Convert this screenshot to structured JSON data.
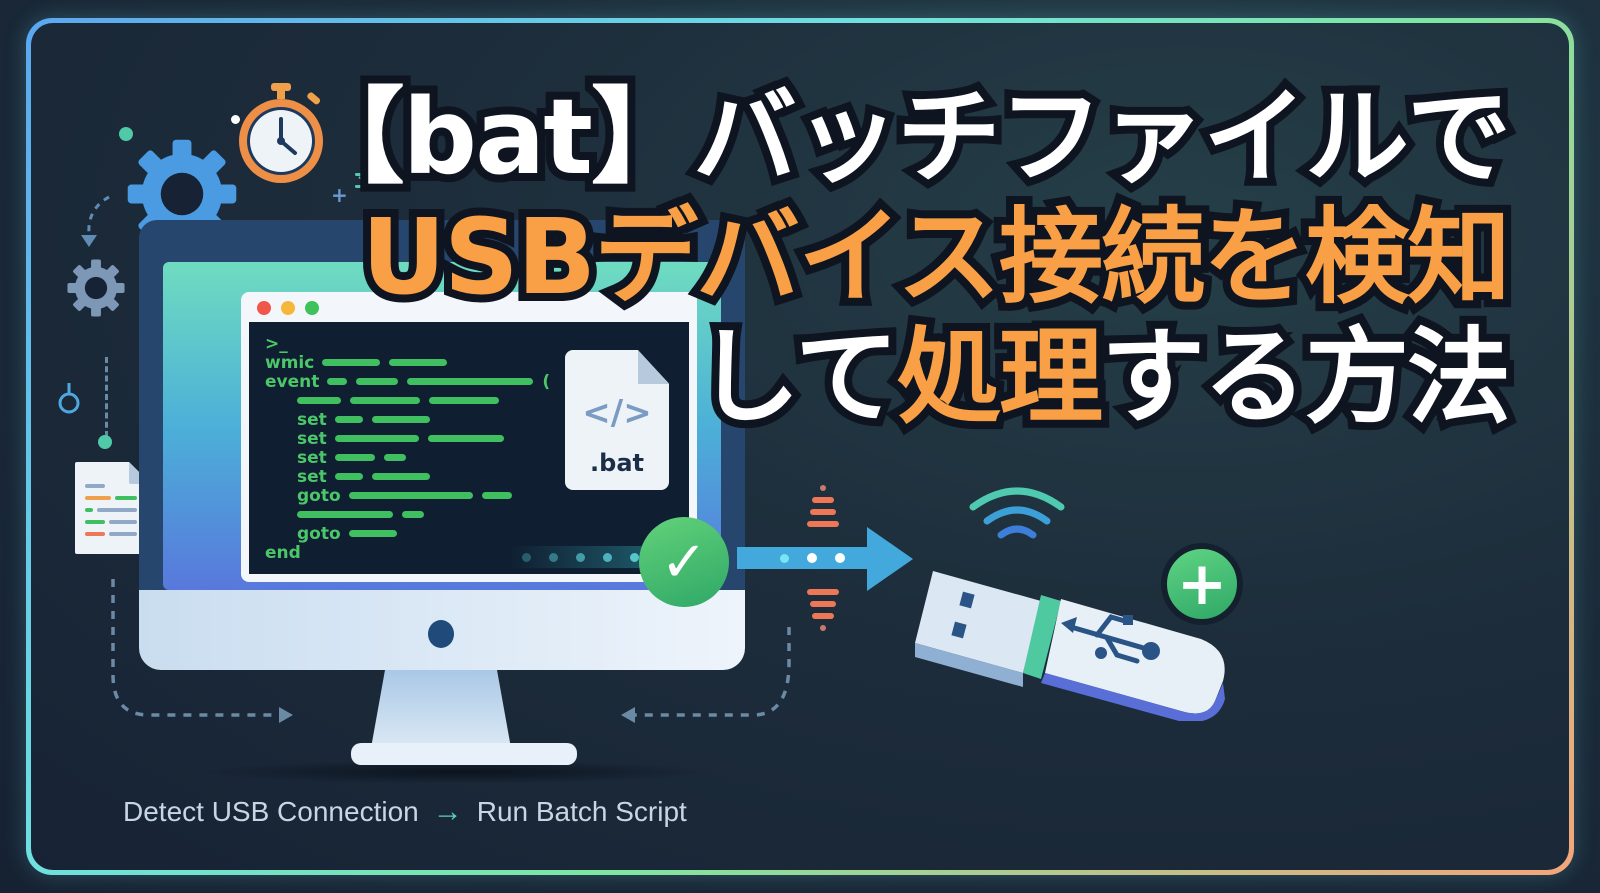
{
  "title": {
    "line1": "【bat】バッチファイルで",
    "line2": "USBデバイス接続を検知",
    "line3_part1": "して",
    "line3_part2": "処理",
    "line3_part3": "する方法"
  },
  "terminal": {
    "prompt": ">_",
    "lines": [
      {
        "keyword": "wmic",
        "indent": false
      },
      {
        "keyword": "event",
        "indent": false,
        "suffix": "("
      },
      {
        "keyword": "",
        "indent": true
      },
      {
        "keyword": "set",
        "indent": true
      },
      {
        "keyword": "set",
        "indent": true
      },
      {
        "keyword": "set",
        "indent": true
      },
      {
        "keyword": "set",
        "indent": true
      },
      {
        "keyword": "goto",
        "indent": true
      },
      {
        "keyword": "",
        "indent": true
      },
      {
        "keyword": "goto",
        "indent": true
      },
      {
        "keyword": "end",
        "indent": false
      }
    ],
    "window_dots": [
      "#f0564a",
      "#f5b73a",
      "#3fc25a"
    ]
  },
  "bat_file": {
    "code_glyph": "</>",
    "label": ".bat"
  },
  "flow": {
    "check_glyph": "✓",
    "plus_glyph": "+"
  },
  "caption": {
    "from": "Detect USB Connection",
    "arrow": "→",
    "to": "Run Batch Script"
  },
  "colors": {
    "title_white": "#ffffff",
    "title_orange": "#f9a046",
    "terminal_green": "#4bc76a",
    "accent_blue": "#43a9dc",
    "check_green": "#3fbf6e",
    "frame_gradient": [
      "#5aa7f0",
      "#6fe0e0",
      "#7ee6a0",
      "#f4a57a"
    ]
  }
}
